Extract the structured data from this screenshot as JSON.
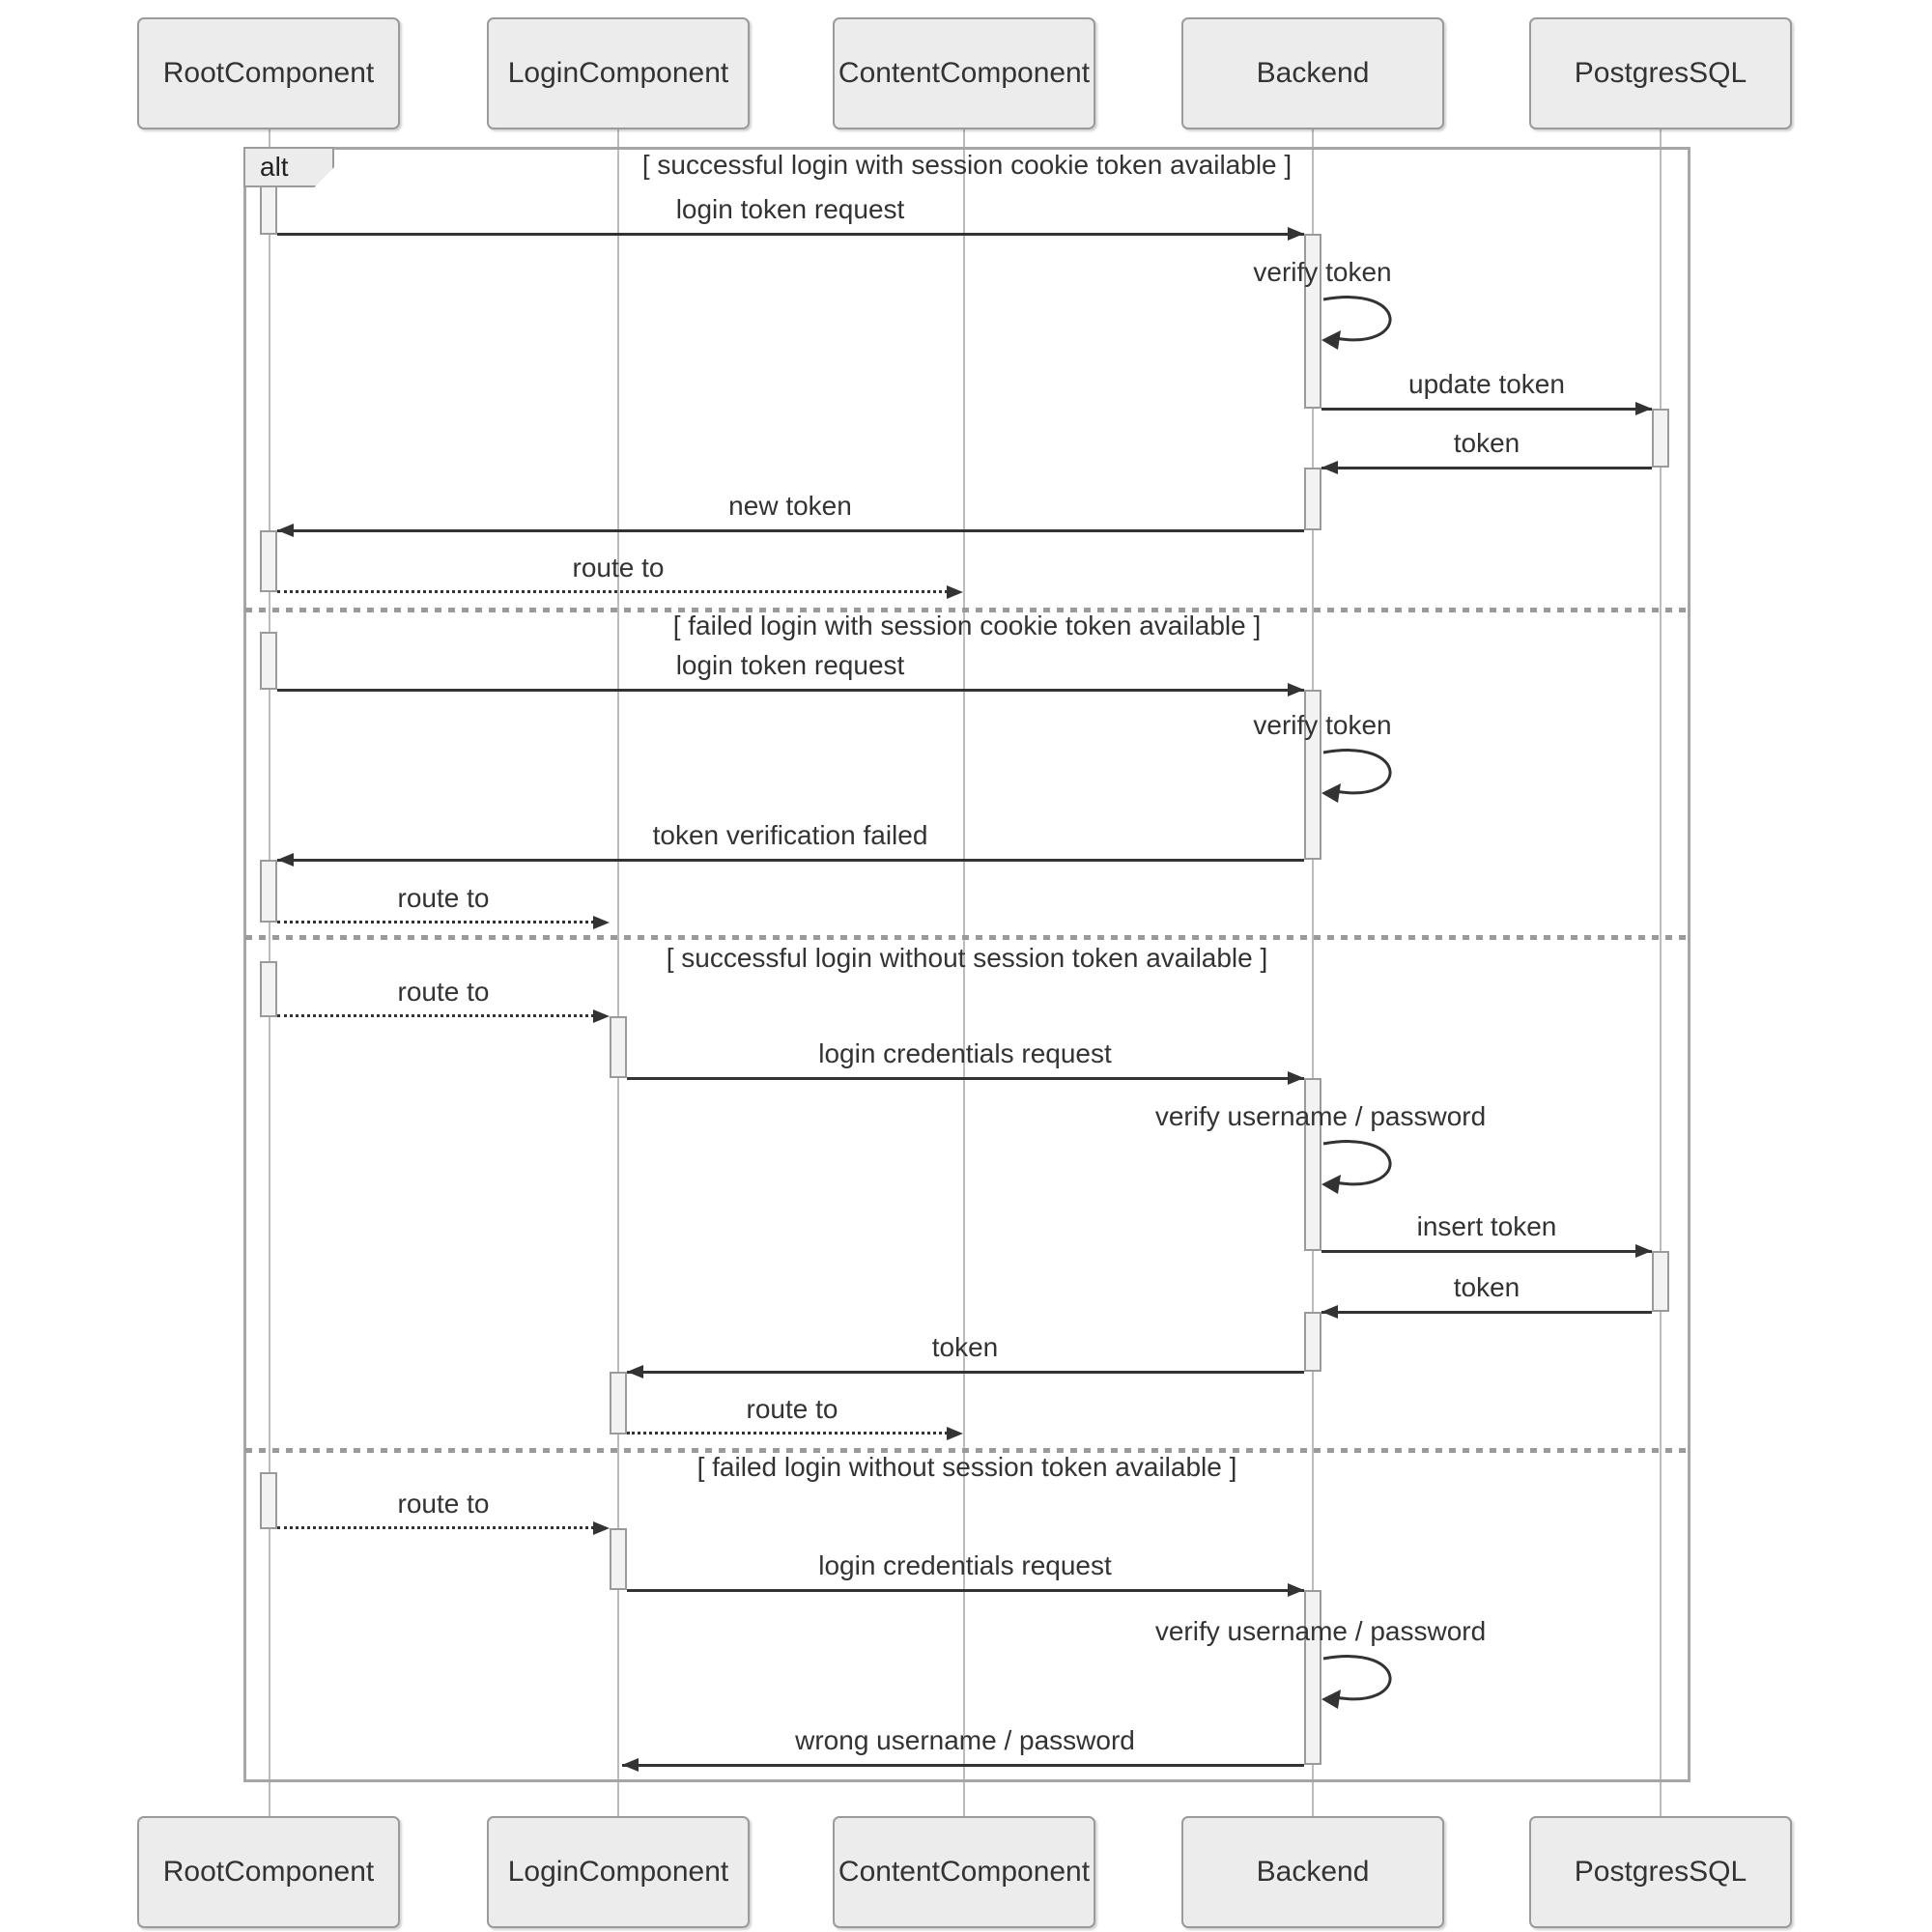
{
  "diagram": {
    "type": "sequence",
    "frame_operator": "alt",
    "participants": [
      {
        "name": "RootComponent"
      },
      {
        "name": "LoginComponent"
      },
      {
        "name": "ContentComponent"
      },
      {
        "name": "Backend"
      },
      {
        "name": "PostgresSQL"
      }
    ],
    "sections": [
      {
        "condition": "[ successful login with session cookie token available ]",
        "messages": [
          {
            "from": "RootComponent",
            "to": "Backend",
            "label": "login token request",
            "line": "solid"
          },
          {
            "from": "Backend",
            "to": "Backend",
            "label": "verify token",
            "line": "self"
          },
          {
            "from": "Backend",
            "to": "PostgresSQL",
            "label": "update token",
            "line": "solid"
          },
          {
            "from": "PostgresSQL",
            "to": "Backend",
            "label": "token",
            "line": "solid"
          },
          {
            "from": "Backend",
            "to": "RootComponent",
            "label": "new token",
            "line": "solid"
          },
          {
            "from": "RootComponent",
            "to": "ContentComponent",
            "label": "route to",
            "line": "dotted"
          }
        ]
      },
      {
        "condition": "[ failed login with session cookie token available ]",
        "messages": [
          {
            "from": "RootComponent",
            "to": "Backend",
            "label": "login token request",
            "line": "solid"
          },
          {
            "from": "Backend",
            "to": "Backend",
            "label": "verify token",
            "line": "self"
          },
          {
            "from": "Backend",
            "to": "RootComponent",
            "label": "token verification failed",
            "line": "solid"
          },
          {
            "from": "RootComponent",
            "to": "LoginComponent",
            "label": "route to",
            "line": "dotted"
          }
        ]
      },
      {
        "condition": "[ successful login without session token available ]",
        "messages": [
          {
            "from": "RootComponent",
            "to": "LoginComponent",
            "label": "route to",
            "line": "dotted"
          },
          {
            "from": "LoginComponent",
            "to": "Backend",
            "label": "login credentials request",
            "line": "solid"
          },
          {
            "from": "Backend",
            "to": "Backend",
            "label": "verify username / password",
            "line": "self"
          },
          {
            "from": "Backend",
            "to": "PostgresSQL",
            "label": "insert token",
            "line": "solid"
          },
          {
            "from": "PostgresSQL",
            "to": "Backend",
            "label": "token",
            "line": "solid"
          },
          {
            "from": "Backend",
            "to": "LoginComponent",
            "label": "token",
            "line": "solid"
          },
          {
            "from": "LoginComponent",
            "to": "ContentComponent",
            "label": "route to",
            "line": "dotted"
          }
        ]
      },
      {
        "condition": "[ failed login without session token available ]",
        "messages": [
          {
            "from": "RootComponent",
            "to": "LoginComponent",
            "label": "route to",
            "line": "dotted"
          },
          {
            "from": "LoginComponent",
            "to": "Backend",
            "label": "login credentials request",
            "line": "solid"
          },
          {
            "from": "Backend",
            "to": "Backend",
            "label": "verify username / password",
            "line": "self"
          },
          {
            "from": "Backend",
            "to": "LoginComponent",
            "label": "wrong username / password",
            "line": "solid"
          }
        ]
      }
    ],
    "colors": {
      "participant_fill": "#ececec",
      "participant_border": "#9b9b9b",
      "lifeline": "#bcbcbc",
      "message_line": "#333333",
      "frame_border": "#a6a6a6",
      "divider": "#9a9a9a",
      "activation_fill": "#f2f2f2",
      "activation_border": "#9a9a9a"
    }
  }
}
